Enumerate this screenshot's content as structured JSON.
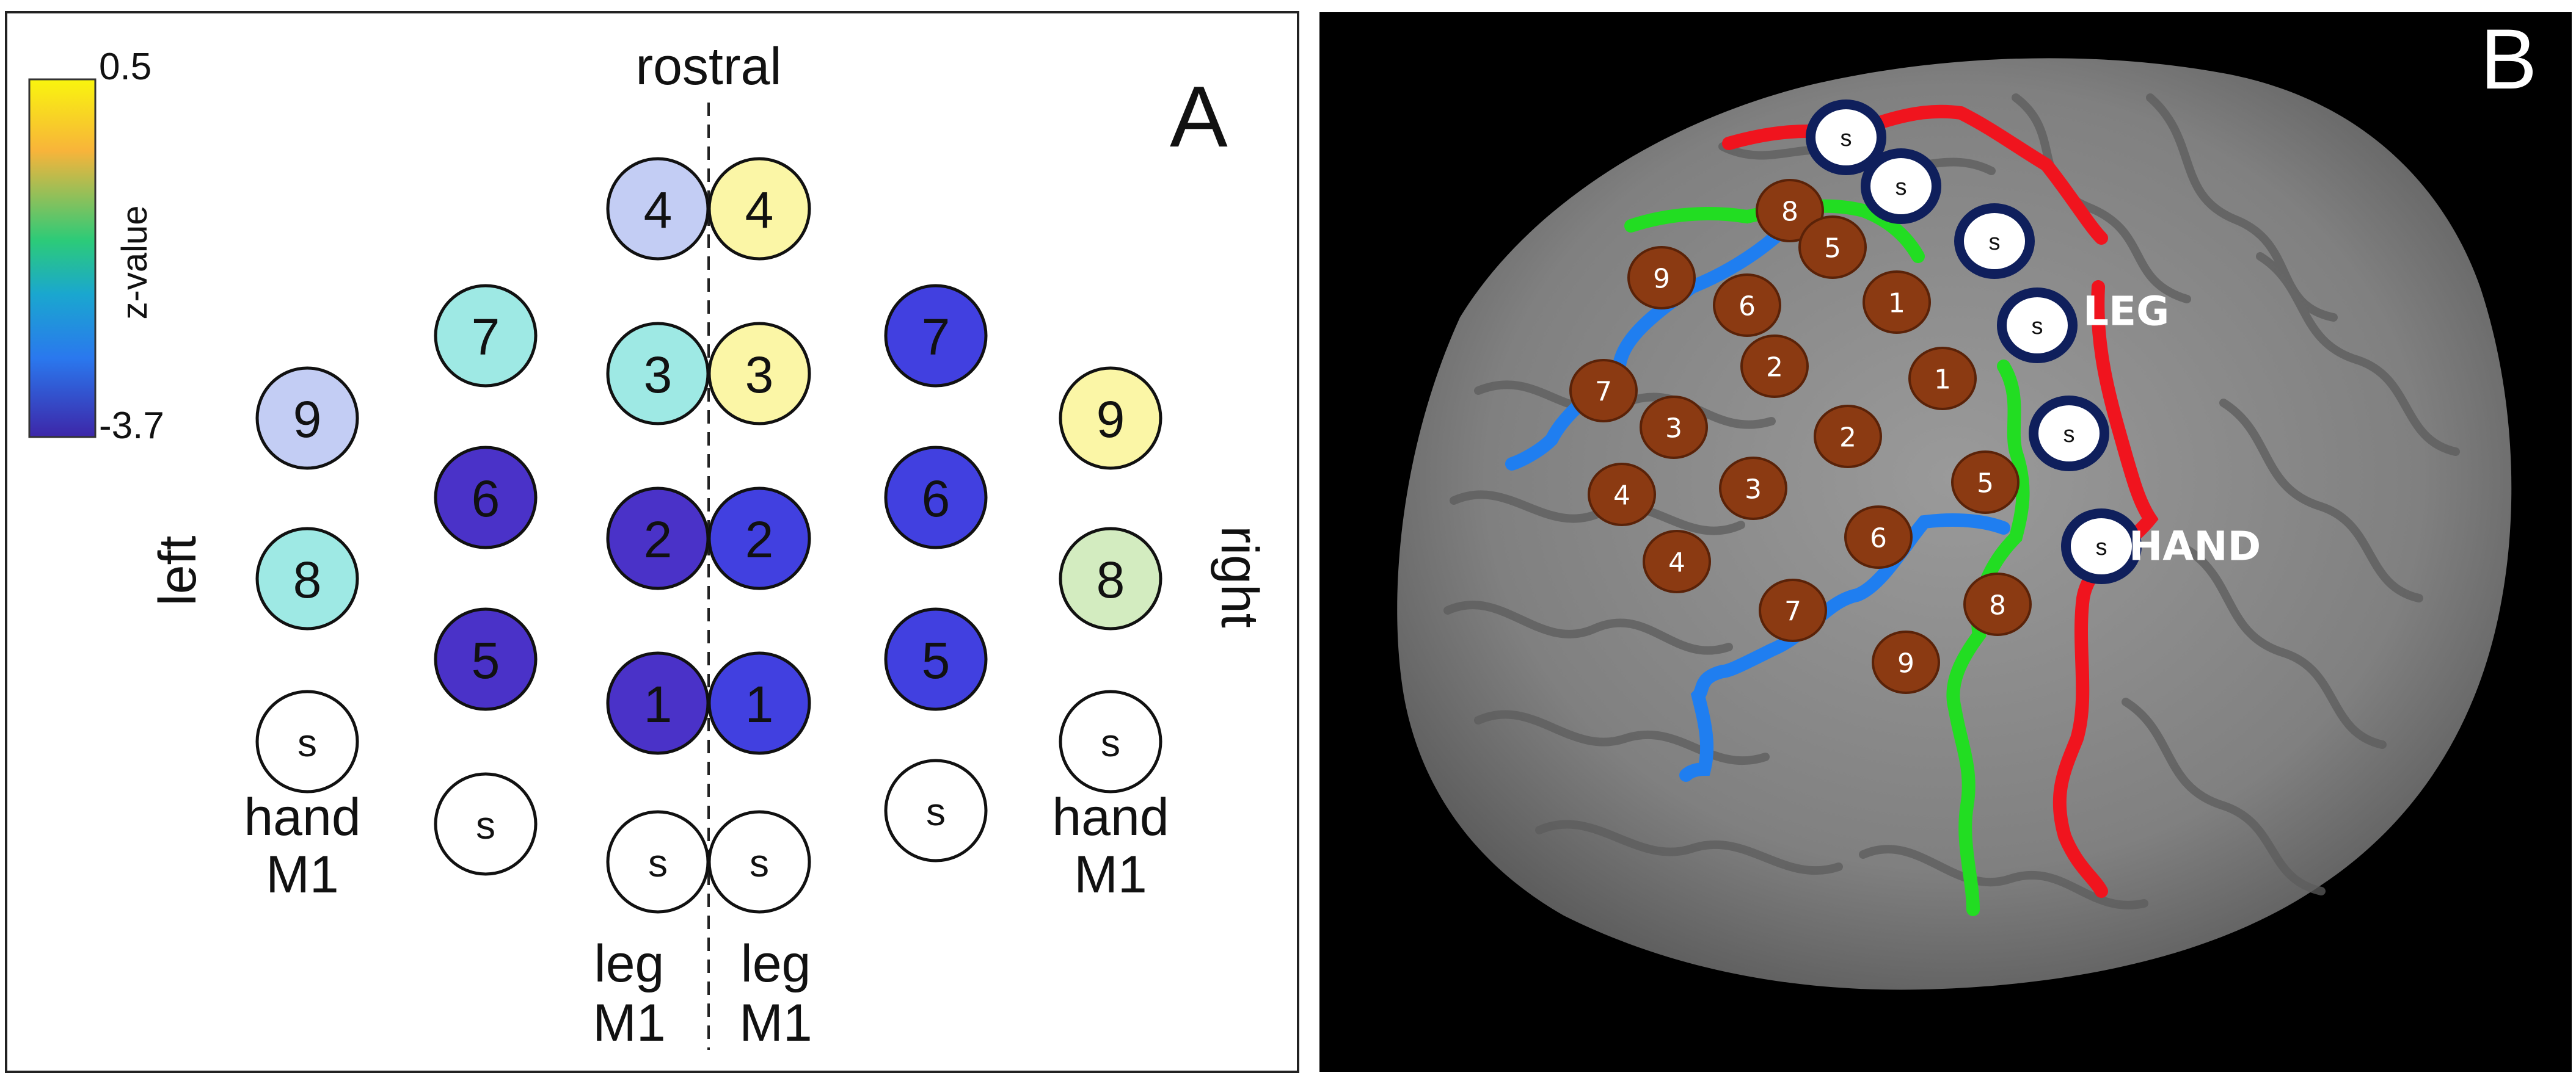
{
  "panel_a": {
    "label": "A",
    "top_label": "rostral",
    "left_label": "left",
    "right_label": "right",
    "colorbar": {
      "title": "z-value",
      "max_label": "0.5",
      "min_label": "-3.7",
      "max": 0.5,
      "min": -3.7
    },
    "bottom_labels": {
      "left_hand": [
        "hand",
        "M1"
      ],
      "left_leg": [
        "leg",
        "M1"
      ],
      "right_leg": [
        "leg",
        "M1"
      ],
      "right_hand": [
        "hand",
        "M1"
      ]
    },
    "circles": [
      {
        "id": "L4",
        "label": "4",
        "color": "#c3cdf4"
      },
      {
        "id": "R4",
        "label": "4",
        "color": "#fbf6a6"
      },
      {
        "id": "L3",
        "label": "3",
        "color": "#9ee9e4"
      },
      {
        "id": "R3",
        "label": "3",
        "color": "#fbf6a6"
      },
      {
        "id": "L2",
        "label": "2",
        "color": "#4a32c8"
      },
      {
        "id": "R2",
        "label": "2",
        "color": "#4140e0"
      },
      {
        "id": "L1",
        "label": "1",
        "color": "#4a32c8"
      },
      {
        "id": "R1",
        "label": "1",
        "color": "#4140e0"
      },
      {
        "id": "Ls",
        "label": "s",
        "color": "#ffffff"
      },
      {
        "id": "Rs",
        "label": "s",
        "color": "#ffffff"
      },
      {
        "id": "LL7",
        "label": "7",
        "color": "#9ee9e4"
      },
      {
        "id": "LL6",
        "label": "6",
        "color": "#4a32c8"
      },
      {
        "id": "LL5",
        "label": "5",
        "color": "#4a32c8"
      },
      {
        "id": "LLs",
        "label": "s",
        "color": "#ffffff"
      },
      {
        "id": "RR7",
        "label": "7",
        "color": "#4140e0"
      },
      {
        "id": "RR6",
        "label": "6",
        "color": "#4140e0"
      },
      {
        "id": "RR5",
        "label": "5",
        "color": "#4140e0"
      },
      {
        "id": "RRs",
        "label": "s",
        "color": "#ffffff"
      },
      {
        "id": "LH9",
        "label": "9",
        "color": "#c3cdf4"
      },
      {
        "id": "LH8",
        "label": "8",
        "color": "#9ee9e4"
      },
      {
        "id": "LHs",
        "label": "s",
        "color": "#ffffff"
      },
      {
        "id": "RH9",
        "label": "9",
        "color": "#fbf6a6"
      },
      {
        "id": "RH8",
        "label": "8",
        "color": "#d3ecc0"
      },
      {
        "id": "RHs",
        "label": "s",
        "color": "#ffffff"
      }
    ]
  },
  "panel_b": {
    "label": "B",
    "leg_label": "LEG",
    "hand_label": "HAND",
    "brown_markers": [
      "8",
      "5",
      "9",
      "6",
      "1",
      "7",
      "2",
      "1",
      "3",
      "2",
      "4",
      "3",
      "5",
      "4",
      "6",
      "7",
      "8",
      "9"
    ],
    "s_markers": [
      "s",
      "s",
      "s",
      "s",
      "s",
      "s"
    ],
    "colors": {
      "red": "#f0141e",
      "green": "#22dd22",
      "blue": "#1f7ef0",
      "brown": "#8b3a12",
      "navy": "#0f1f5c"
    }
  }
}
